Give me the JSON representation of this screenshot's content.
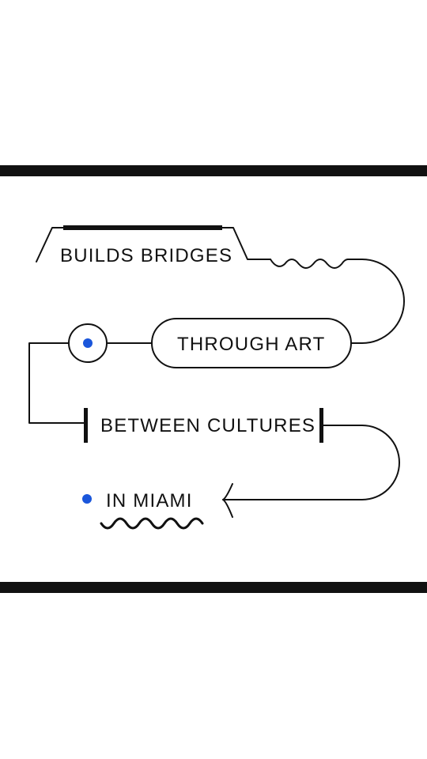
{
  "phrases": {
    "builds_bridges": "BUILDS BRIDGES",
    "through_art": "THROUGH ART",
    "between_cultures": "BETWEEN CULTURES",
    "in_miami": "IN MIAMI"
  },
  "colors": {
    "ink": "#111111",
    "accent_dot": "#1a56db",
    "background": "#ffffff"
  }
}
